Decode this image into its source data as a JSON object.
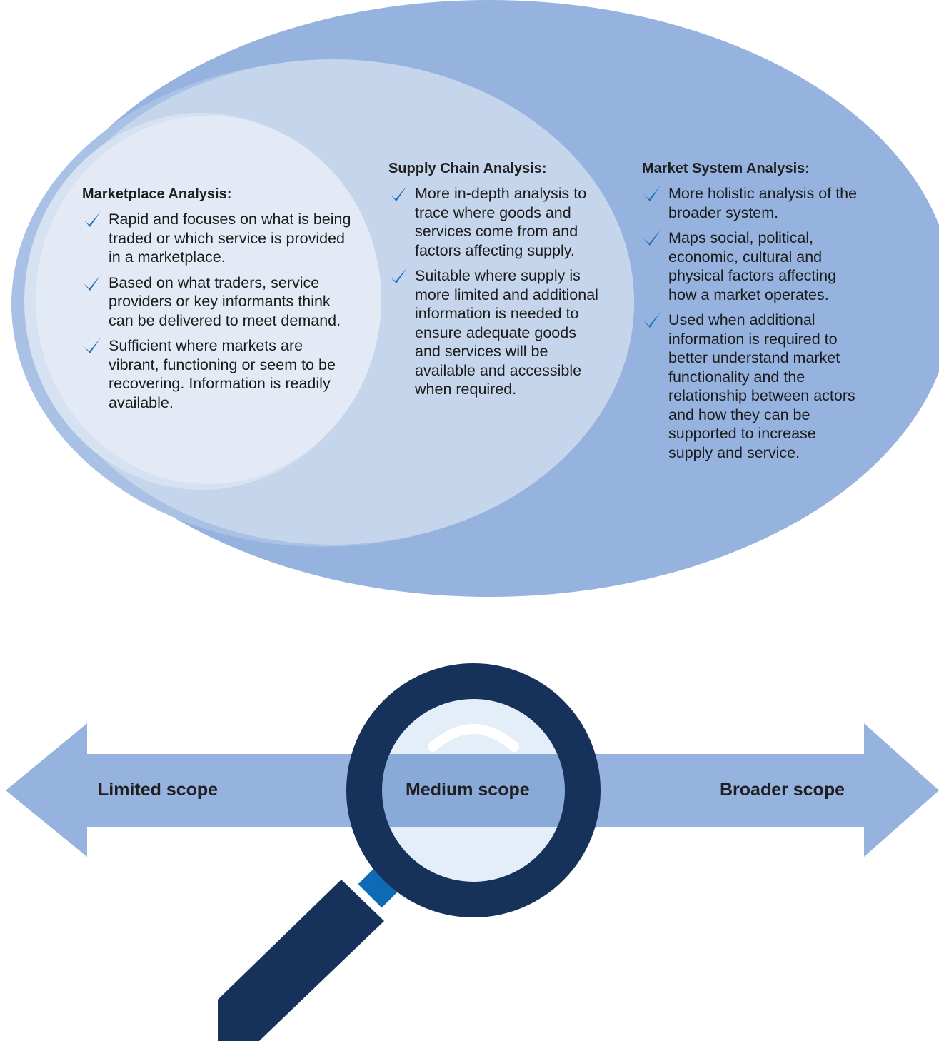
{
  "colors": {
    "outer_ellipse": "#95b3de",
    "middle_ellipse": "#c5d5ec",
    "inner_ellipse": "#e3eaf5",
    "checkmark": "#1a6fbd",
    "magnifier_ring": "#16325b",
    "magnifier_handle": "#16325b",
    "magnifier_neck": "#0f6ab6",
    "arrow": "#95b3de"
  },
  "panels": [
    {
      "title": "Marketplace Analysis:",
      "items": [
        "Rapid and focuses on what is being traded or which service is provided in a marketplace.",
        "Based on what traders, service providers or key informants think can be delivered to meet demand.",
        "Sufficient where markets are vibrant, functioning or seem to be recovering. Information is readily available."
      ]
    },
    {
      "title": "Supply Chain Analysis:",
      "items": [
        "More in-depth analysis to trace where goods and services come from and factors affecting supply.",
        "Suitable where supply is more limited and additional information is needed to ensure adequate goods and services will be available and accessible when required."
      ]
    },
    {
      "title": "Market System Analysis:",
      "items": [
        "More holistic analysis of the broader system.",
        "Maps social, political, economic, cultural and physical factors affecting how a market operates.",
        "Used when additional information is required to better understand market functionality and the relationship between actors and how they can be supported to increase supply and service."
      ]
    }
  ],
  "scope": {
    "left": "Limited scope",
    "center": "Medium scope",
    "right": "Broader scope"
  },
  "icons": {
    "check": "checkmark-icon",
    "magnifier": "magnifying-glass-icon",
    "arrow": "double-headed-arrow-icon"
  }
}
